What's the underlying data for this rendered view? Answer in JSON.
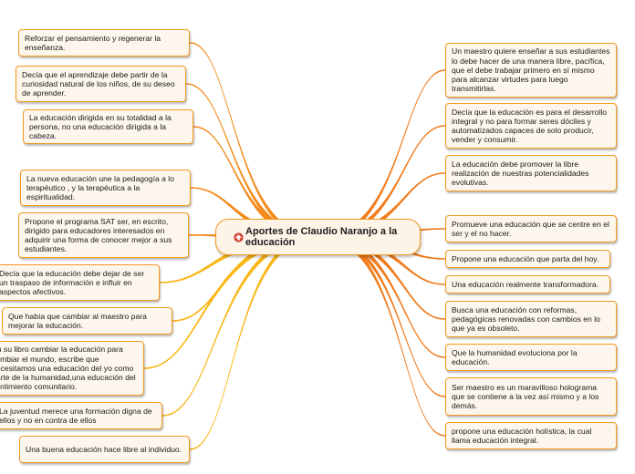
{
  "central": {
    "title": "Aportes de Claudio Naranjo a la educación",
    "icon": "mindmap-icon"
  },
  "colors": {
    "branch_right": "#f07c1e",
    "branch_left_top": "#f38a1a",
    "branch_left_bottom": "#f9b616",
    "node_border": "#f29a1f",
    "node_fill": "#fdf6ec"
  },
  "left_nodes": [
    {
      "text": "Reforzar el pensamiento y regenerar la enseñanza."
    },
    {
      "text": "Decía que el aprendizaje debe partir de la curiosidad natural de los niños, de su deseo de aprender."
    },
    {
      "text": "La educación dirigida en su totalidad a la persona, no una educación dirigida a la cabeza."
    },
    {
      "text": "La nueva educación une la pedagogía a lo terapéutico , y la terapéutica a la espiritualidad."
    },
    {
      "text": "Propone el programa SAT ser, en escrito, dirigido para educadores interesados en adquirir una forma de conocer mejor a sus estudiantes."
    },
    {
      "text": "Decía que la educación debe dejar de ser un traspaso de información e influir en aspectos afectivos."
    },
    {
      "text": "Que había que cambiar al maestro para mejorar la educación."
    },
    {
      "text": "En su libro cambiar la educación para cambiar el mundo, escribe que necesitamos una educación del yo como parte de la humanidad,una educación del sentimiento comunitario."
    },
    {
      "text": "La juventud merece una formación digna de ellos y no en contra de ellos"
    },
    {
      "text": "Una buena educación hace libre al individuo."
    }
  ],
  "right_nodes": [
    {
      "text": "Un maestro quiere enseñar a sus estudiantes lo debe hacer de una manera libre, pacífica, que el debe trabajar primero en sí mismo para alcanzar virtudes para luego transmitirlas."
    },
    {
      "text": "Decía que la educación es para el desarrollo integral y no para formar seres dóciles y automatizados capaces de solo producir, vender y consumir."
    },
    {
      "text": "La educación debe promover la libre realización de nuestras potencialidades evolutivas."
    },
    {
      "text": "Promueve una educación que se centre en el ser y el no hacer."
    },
    {
      "text": "Propone una educación que parta del hoy."
    },
    {
      "text": "Una educación realmente transformadora."
    },
    {
      "text": "Busca una educación con reformas, pedagógicas renovadas con cambios en lo que ya es obsoleto."
    },
    {
      "text": "Que la humanidad evoluciona por la educación."
    },
    {
      "text": "Ser maestro es un maravilloso holograma que se contiene a la vez así mismo y a los demás."
    },
    {
      "text": "propone una educación holística, la cual llama educación integral."
    }
  ]
}
